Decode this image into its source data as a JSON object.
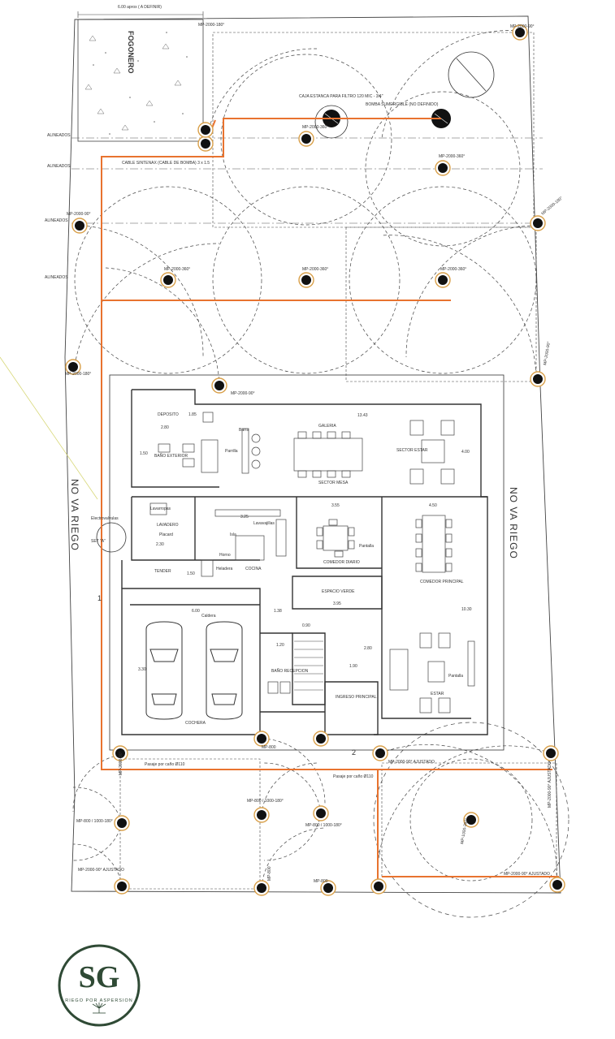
{
  "title_dimension": "6.00 aprox ( A DEFINIR)",
  "fogonero": "FOGONERO",
  "no_va_riego": "NO VA RIEGO",
  "alineados": "ALINEADOS",
  "cable_label": "CABLE SINTENAX (CABLE DE BOMBA) 3 x 1.5",
  "caja_label": "CAJA ESTANCA PARA FILTRO 120 MIC - 3/4\"",
  "bomba_label": "BOMBA SUMERGIBLE (NO DEFINIDO)",
  "passage_1": "Pasaje por caño Ø110",
  "passage_2": "Pasaje por caño Ø110",
  "rooms": {
    "deposito": "DEPOSITO",
    "bano_exterior": "BAÑO EXTERIOR",
    "barra": "Barra",
    "parrilla": "Parrilla",
    "galeria": "GALERIA",
    "sector_estar": "SECTOR ESTAR",
    "sector_mesa": "SECTOR MESA",
    "lavadero": "LAVADERO",
    "placard": "Placard",
    "lavarropas": "Lavarropas",
    "lavavajillas": "Lavavajillas",
    "isla": "Isla",
    "horno": "Horno",
    "heladera": "Heladera",
    "cocina": "COCINA",
    "comedor_diario": "COMEDOR DIARIO",
    "pantalla": "Pantalla",
    "comedor_principal": "COMEDOR PRINCIPAL",
    "tender": "TENDER",
    "espacio_verde": "ESPACIO VERDE",
    "caldera": "Caldera",
    "bano_recepcion": "BAÑO RECEPCION",
    "ingreso_principal": "INGRESO PRINCIPAL",
    "estar": "ESTAR",
    "cochera": "COCHERA",
    "electrovalvulas": "Electrovalvulas",
    "set": "SET \"A\""
  },
  "dimensions": [
    "13.43",
    "2.80",
    "4.00",
    "1.50",
    "3.25",
    "3.55",
    "4.50",
    "2.30",
    "6.00",
    "1.38",
    "3.95",
    "1.50",
    "2.80",
    "10.30",
    "3.30",
    "1.20",
    "0.90",
    "1.85",
    "1.90"
  ],
  "markers": [
    "1",
    "2"
  ],
  "sprinklers": [
    "MP-2000-180°",
    "MP-2000-90°",
    "MP-2000-360°",
    "MP-2000-360°",
    "MP-2000-360°",
    "MP-2000-90°",
    "MP-2000-180°",
    "MP-2000-360°",
    "MP-2000-360°",
    "MP-2000-180°",
    "MP-2000-90°",
    "MP-2000-90°",
    "MP-2000-90°",
    "MP-800",
    "MP-2000-90° AJUSTADO",
    "MP-1000-360°",
    "MP-800 / 1000-180°",
    "MP-800 / 1000-180°",
    "MP-800 / 1000-180°",
    "MP-800",
    "MP-800",
    "MP-2000-90° AJUSTADO",
    "MP-2000-90° AJUSTADO",
    "MP-2000-90° AJUSTADO"
  ],
  "logo": {
    "initials": "SG",
    "text": "RIEGO POR ASPERSION",
    "color": "#2f4a35"
  },
  "colors": {
    "pipe": "#e8732f",
    "sprinkler_ring": "#d9a04a",
    "line": "#333333"
  }
}
